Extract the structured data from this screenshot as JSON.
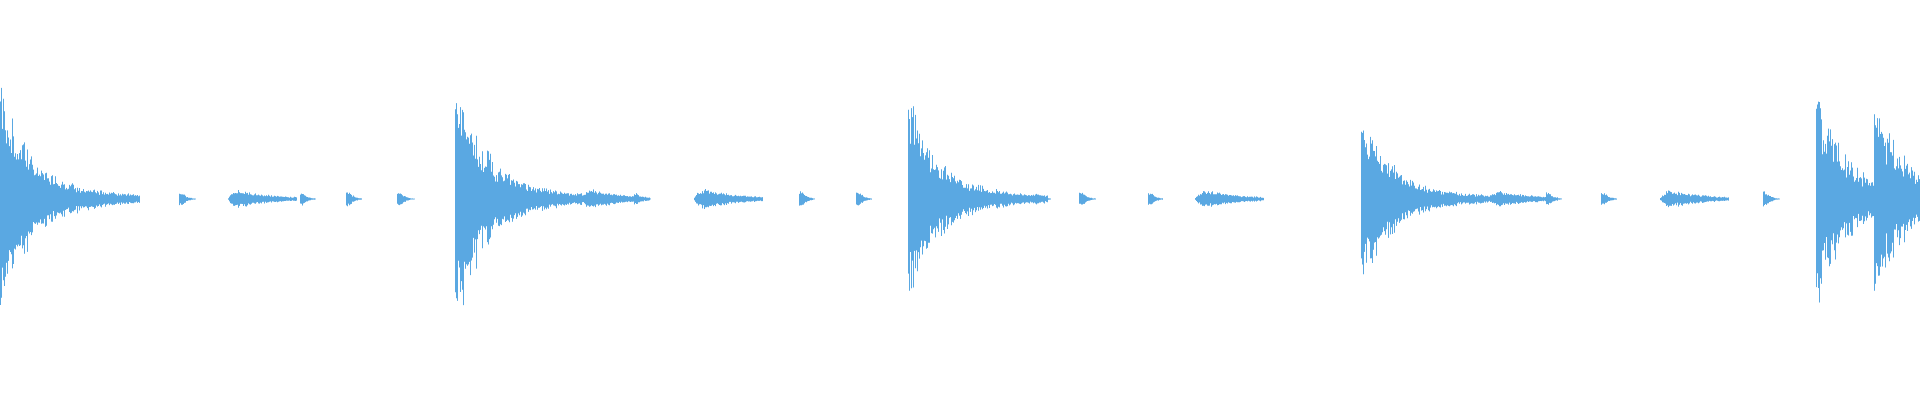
{
  "waveform": {
    "color": "#5aa8e2",
    "background": "#ffffff",
    "events": [
      {
        "type": "kick",
        "time": 0.0,
        "amp": 1.0
      },
      {
        "type": "tick",
        "time": 0.058,
        "amp": 0.07
      },
      {
        "type": "tick",
        "time": 0.093,
        "amp": 0.06
      },
      {
        "type": "shaker",
        "time": 0.118,
        "amp": 0.11
      },
      {
        "type": "tick",
        "time": 0.156,
        "amp": 0.06
      },
      {
        "type": "tick",
        "time": 0.18,
        "amp": 0.07
      },
      {
        "type": "tick",
        "time": 0.207,
        "amp": 0.07
      },
      {
        "type": "kick",
        "time": 0.237,
        "amp": 1.08
      },
      {
        "type": "shaker",
        "time": 0.302,
        "amp": 0.12
      },
      {
        "type": "tick",
        "time": 0.33,
        "amp": 0.06
      },
      {
        "type": "shaker",
        "time": 0.361,
        "amp": 0.13
      },
      {
        "type": "tick",
        "time": 0.416,
        "amp": 0.07
      },
      {
        "type": "tick",
        "time": 0.446,
        "amp": 0.07
      },
      {
        "type": "kick",
        "time": 0.473,
        "amp": 0.9
      },
      {
        "type": "tick",
        "time": 0.539,
        "amp": 0.06
      },
      {
        "type": "tick",
        "time": 0.562,
        "amp": 0.07
      },
      {
        "type": "tick",
        "time": 0.598,
        "amp": 0.06
      },
      {
        "type": "shaker",
        "time": 0.622,
        "amp": 0.11
      },
      {
        "type": "kick",
        "time": 0.709,
        "amp": 0.76
      },
      {
        "type": "shaker",
        "time": 0.775,
        "amp": 0.1
      },
      {
        "type": "tick",
        "time": 0.805,
        "amp": 0.06
      },
      {
        "type": "tick",
        "time": 0.834,
        "amp": 0.06
      },
      {
        "type": "shaker",
        "time": 0.864,
        "amp": 0.11
      },
      {
        "type": "tick",
        "time": 0.918,
        "amp": 0.07
      },
      {
        "type": "kick",
        "time": 0.946,
        "amp": 0.92
      },
      {
        "type": "kick",
        "time": 0.976,
        "amp": 0.9
      }
    ]
  }
}
